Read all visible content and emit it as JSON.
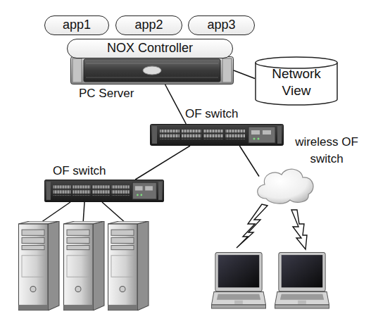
{
  "diagram": {
    "nodes": [
      {
        "text": [
          "app1"
        ]
      },
      {
        "text": [
          "app2"
        ]
      },
      {
        "text": [
          "app3"
        ]
      },
      {
        "text": [
          "NOX Controller"
        ]
      },
      {
        "text": [
          "PC Server"
        ]
      },
      {
        "text": [
          "Network View"
        ]
      },
      {
        "text": [
          "OF switch"
        ]
      },
      {
        "text": [
          "wireless OF switch"
        ]
      },
      {
        "text": [
          "OF switch"
        ]
      }
    ],
    "edges": [
      {
        "from": 4,
        "to": 5,
        "arrow": "none"
      },
      {
        "from": 4,
        "to": 6,
        "arrow": "none"
      },
      {
        "from": 6,
        "to": 8,
        "arrow": "none"
      },
      {
        "from": 6,
        "to": 7,
        "arrow": "none"
      }
    ]
  }
}
